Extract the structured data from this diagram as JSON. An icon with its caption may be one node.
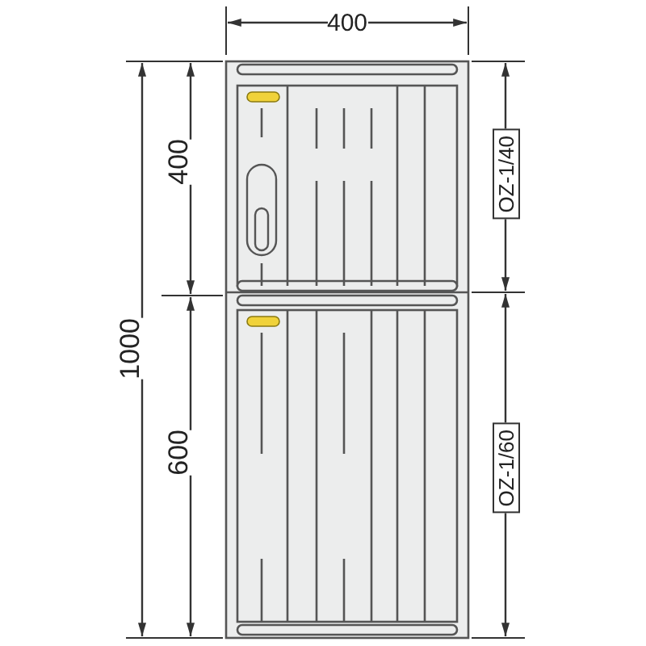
{
  "diagram": {
    "nodes": [
      {
        "text": [
          "OZ-1/40"
        ]
      },
      {
        "text": [
          "OZ-1/60"
        ]
      }
    ],
    "labels": [
      "400",
      "1000",
      "400",
      "600"
    ]
  }
}
